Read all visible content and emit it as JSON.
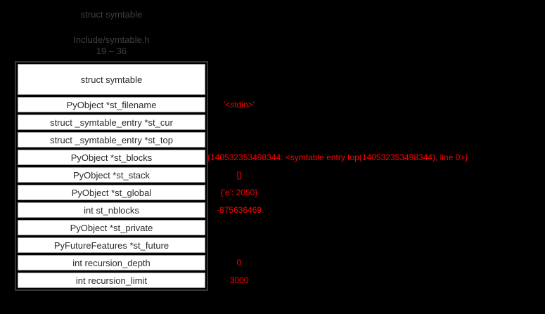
{
  "page": {
    "background": "#000000",
    "value_color": "#ff0000",
    "header_text_color": "#3f3f3f"
  },
  "header": {
    "title": "struct symtable",
    "file": "Include/symtable.h",
    "lines": "19 – 36"
  },
  "struct": {
    "name": "struct symtable",
    "fields": [
      {
        "label": "PyObject *st_filename",
        "value": "'<stdin>'"
      },
      {
        "label": "struct _symtable_entry *st_cur",
        "value": ""
      },
      {
        "label": "struct _symtable_entry *st_top",
        "value": ""
      },
      {
        "label": "PyObject *st_blocks",
        "value": "{140532353498344: <symtable entry top(140532353498344), line 0>}"
      },
      {
        "label": "PyObject *st_stack",
        "value": "[]"
      },
      {
        "label": "PyObject *st_global",
        "value": "{'e': 2050}"
      },
      {
        "label": "int st_nblocks",
        "value": "-875636469"
      },
      {
        "label": "PyObject *st_private",
        "value": ""
      },
      {
        "label": "PyFutureFeatures *st_future",
        "value": ""
      },
      {
        "label": "int recursion_depth",
        "value": "0"
      },
      {
        "label": "int recursion_limit",
        "value": "3000"
      }
    ]
  }
}
